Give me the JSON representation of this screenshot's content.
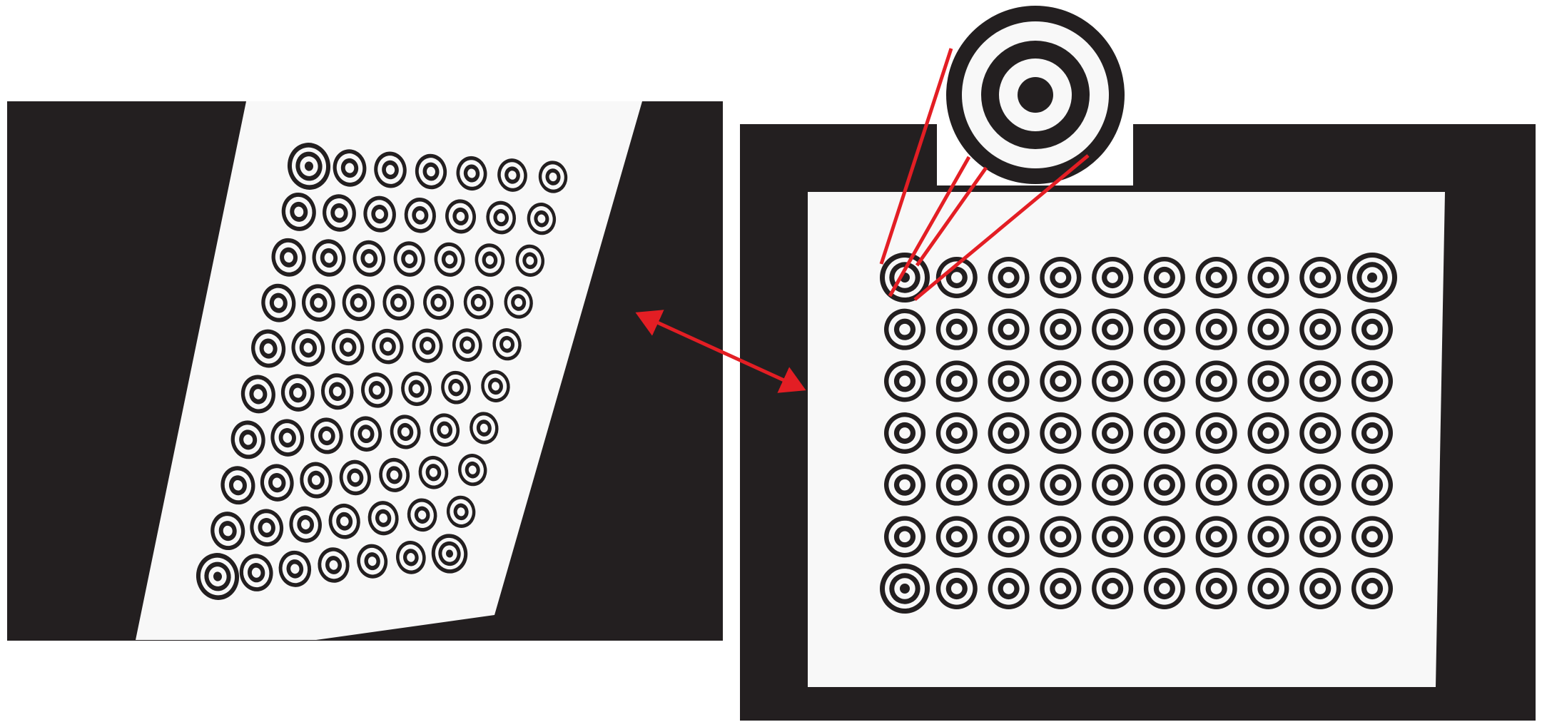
{
  "figure": {
    "left_panel": {
      "description_name": "perspective-view-of-calibration-pattern",
      "grid": {
        "rows": 10,
        "cols": 7,
        "large_targets": [
          "top-left",
          "bottom-left",
          "bottom-right"
        ]
      }
    },
    "right_panel": {
      "description_name": "fronto-parallel-view-of-calibration-pattern",
      "grid": {
        "rows": 7,
        "cols": 10,
        "large_targets": [
          "top-left",
          "top-right",
          "bottom-left"
        ]
      }
    },
    "zoom_inset": {
      "description_name": "magnified-concentric-ring-target"
    },
    "colors": {
      "background": "#231f20",
      "paper": "#f8f8f8",
      "ring": "#231f20",
      "annotation": "#e31e24"
    },
    "annotations": [
      "double-headed-arrow-between-views",
      "zoom-lines-to-inset"
    ]
  }
}
